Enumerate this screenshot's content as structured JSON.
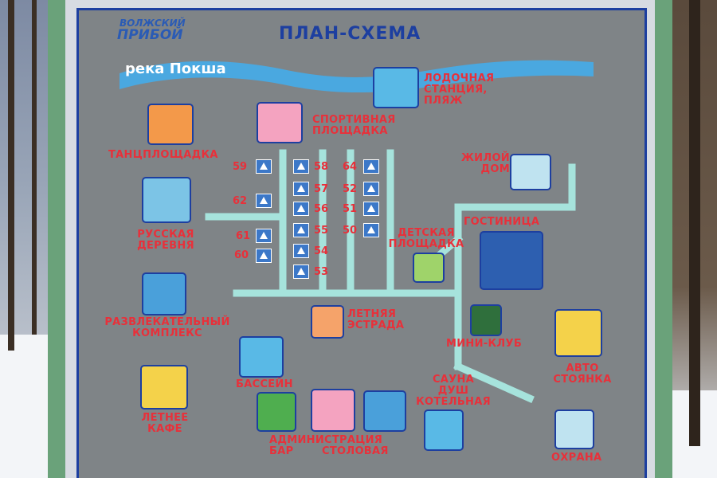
{
  "logo": {
    "line1": "ВОЛЖСКИЙ",
    "line2": "ПРИБОЙ"
  },
  "title": "ПЛАН-СХЕМА",
  "river": "река Покша",
  "places": {
    "boat_station": [
      "ЛОДОЧНАЯ",
      "СТАНЦИЯ,",
      "ПЛЯЖ"
    ],
    "sports_ground": [
      "СПОРТИВНАЯ",
      "ПЛОЩАДКА"
    ],
    "dance_floor": "ТАНЦПЛОЩАДКА",
    "residential": [
      "ЖИЛОЙ",
      "ДОМ"
    ],
    "hotel": "ГОСТИНИЦА",
    "russian_village": [
      "РУССКАЯ",
      "ДЕРЕВНЯ"
    ],
    "kids_ground": [
      "ДЕТСКАЯ",
      "ПЛОЩАДКА"
    ],
    "summer_stage": [
      "ЛЕТНЯЯ",
      "ЭСТРАДА"
    ],
    "entertainment": [
      "РАЗВЛЕКАТЕЛЬНЫЙ",
      "КОМПЛЕКС"
    ],
    "mini_club": "МИНИ-КЛУБ",
    "pool": "БАССЕЙН",
    "parking": [
      "АВТО",
      "СТОЯНКА"
    ],
    "sauna": [
      "САУНА",
      "ДУШ",
      "КОТЕЛЬНАЯ"
    ],
    "summer_cafe": [
      "ЛЕТНЕЕ",
      "КАФЕ"
    ],
    "admin": [
      "АДМИНИСТРАЦИЯ",
      "БАР"
    ],
    "canteen": "СТОЛОВАЯ",
    "security": "ОХРАНА"
  },
  "cabins": {
    "left": [
      "59",
      "62",
      "61",
      "60"
    ],
    "middle": [
      "58",
      "57",
      "56",
      "55",
      "54",
      "53"
    ],
    "right": [
      "64",
      "52",
      "51",
      "50"
    ]
  },
  "colors": {
    "panel": "#7f8487",
    "border": "#1d3fa0",
    "label": "#e8303a",
    "road": "#a6e3dc",
    "river": "#4aa8e0"
  }
}
